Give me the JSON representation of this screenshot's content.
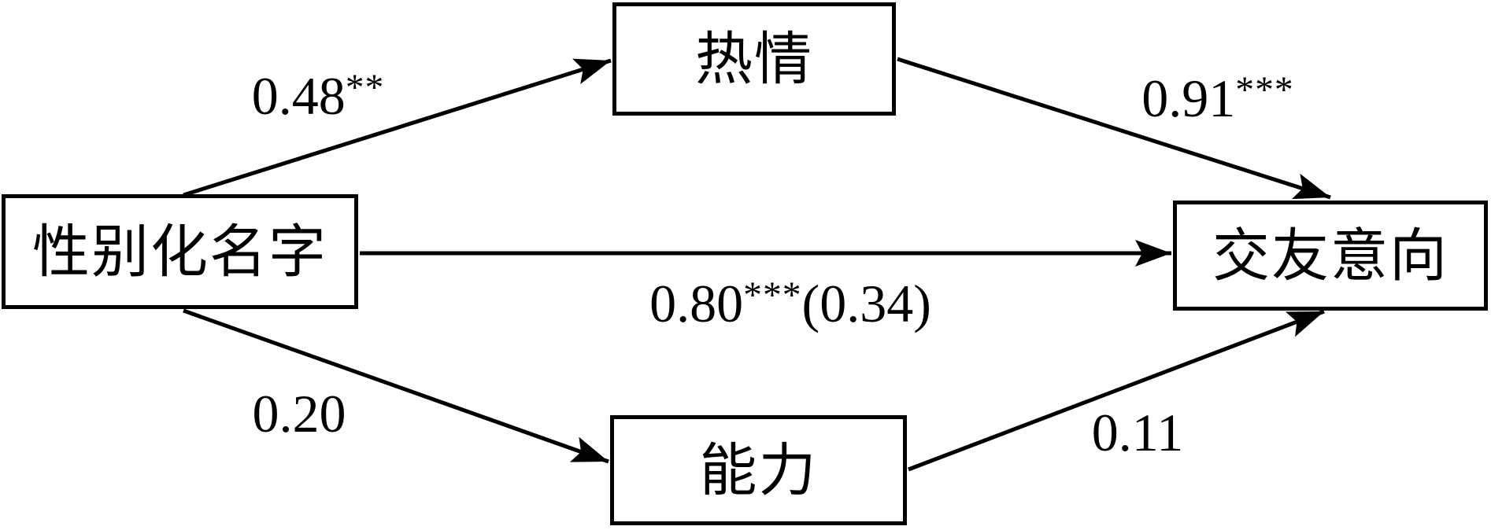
{
  "diagram": {
    "title": "mediation-path-model",
    "background_color": "#ffffff",
    "line_color": "#000000",
    "nodes": {
      "predictor": {
        "label": "性别化名字"
      },
      "warmth": {
        "label": "热情"
      },
      "competence": {
        "label": "能力"
      },
      "outcome": {
        "label": "交友意向"
      }
    },
    "paths": {
      "predictor_to_warmth": {
        "value": "0.48",
        "stars": "**",
        "suffix": ""
      },
      "warmth_to_outcome": {
        "value": "0.91",
        "stars": "***",
        "suffix": ""
      },
      "predictor_to_outcome": {
        "value": "0.80",
        "stars": "***",
        "suffix": "(0.34)"
      },
      "predictor_to_competence": {
        "value": "0.20",
        "stars": "",
        "suffix": ""
      },
      "competence_to_outcome": {
        "value": "0.11",
        "stars": "",
        "suffix": ""
      }
    }
  }
}
